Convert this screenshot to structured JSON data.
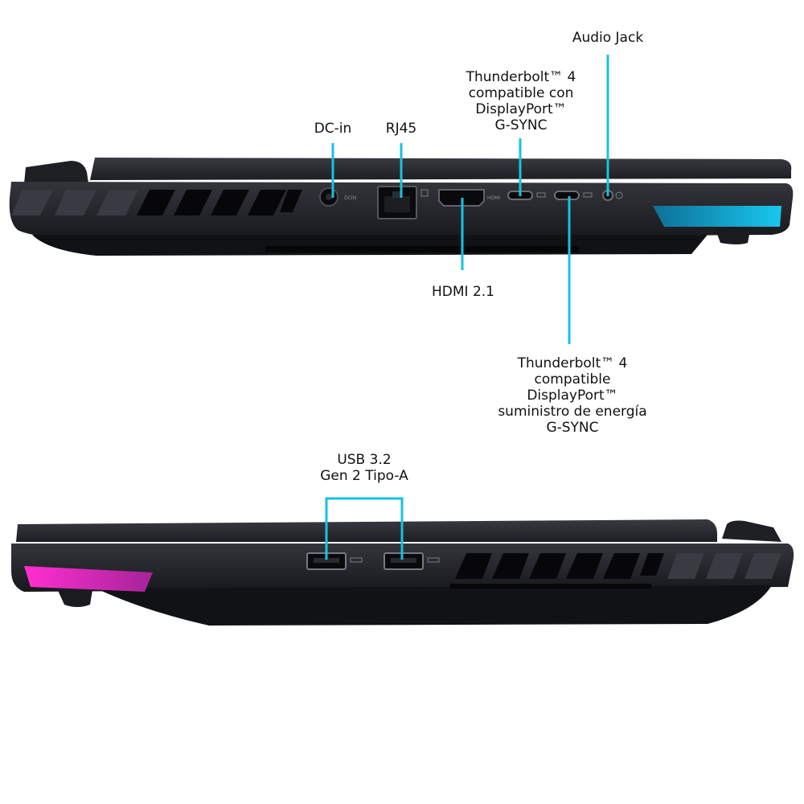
{
  "colors": {
    "callout_line": "#16c3e0",
    "chassis_dark": "#1c1d22",
    "chassis_mid": "#2c2d33",
    "vent": "#08080a",
    "accent_left_light": "#ff2fd0",
    "accent_right_light": "#18c7ee",
    "port_gray": "#8a8d95"
  },
  "left_side": {
    "ports": [
      {
        "id": "dc-in",
        "label": [
          "DC-in"
        ],
        "port_mark": "DCIN"
      },
      {
        "id": "rj45",
        "label": [
          "RJ45"
        ]
      },
      {
        "id": "hdmi",
        "label": [
          "HDMI 2.1"
        ],
        "port_mark": "HDMI"
      },
      {
        "id": "tb4-a",
        "label": [
          "Thunderbolt™ 4",
          "compatible con",
          "DisplayPort™",
          "G-SYNC"
        ]
      },
      {
        "id": "tb4-b",
        "label": [
          "Thunderbolt™ 4",
          "compatible",
          "DisplayPort™",
          "suministro de energía",
          "G-SYNC"
        ]
      },
      {
        "id": "audio",
        "label": [
          "Audio Jack"
        ]
      }
    ]
  },
  "right_side": {
    "ports": [
      {
        "id": "usb-a",
        "label": [
          "USB 3.2",
          "Gen 2 Tipo-A"
        ],
        "count": 2
      }
    ]
  }
}
